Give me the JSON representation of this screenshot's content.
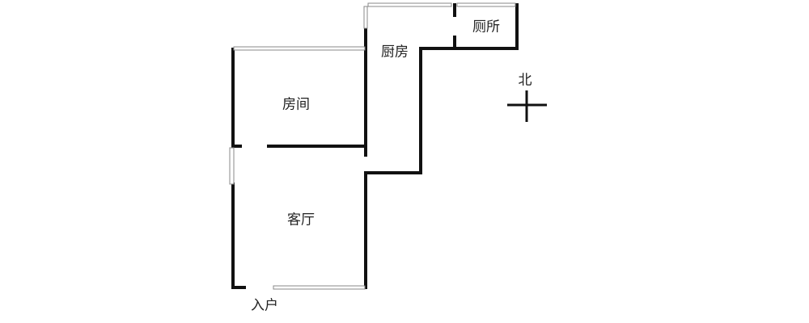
{
  "rooms": {
    "bedroom": "房间",
    "kitchen": "厨房",
    "toilet": "厕所",
    "living_room": "客厅"
  },
  "entrance": "入户",
  "compass": {
    "north": "北"
  },
  "colors": {
    "wall": "#111111",
    "window": "#888888"
  }
}
